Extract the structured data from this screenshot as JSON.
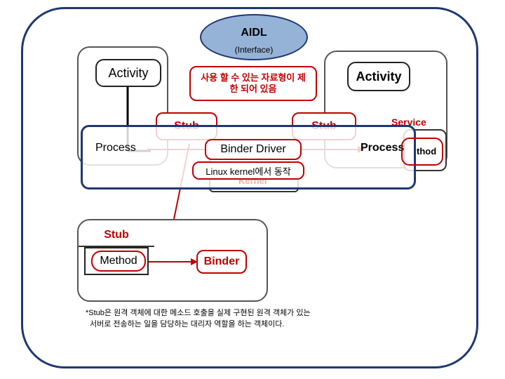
{
  "aidl": {
    "title": "AIDL",
    "subtitle": "(Interface)"
  },
  "activity_left": "Activity",
  "activity_right": "Activity",
  "note_restriction": "사용 할 수 있는 자료형이 제한 되어 있음",
  "stub_left": "Stub",
  "stub_right": "Stub",
  "service": "Service",
  "process_left": "Process",
  "process_right": "Process",
  "binder_driver": "Binder Driver",
  "method_clip": "thod",
  "linux_kernel_label": "Linux kernel에서 동작",
  "kernel_ghost": "Kernel",
  "legend": {
    "stub": "Stub",
    "method": "Method",
    "binder": "Binder"
  },
  "footnote": {
    "line1": "*Stub은 원격 객체에 대한 메소드 호출을 실제 구현된 원격 객체가 있는",
    "line2": "서버로 전송하는 일을 담당하는 대리자 역할을 하는 객체이다."
  },
  "colors": {
    "frame": "#1f3870",
    "accent_red": "#c00000",
    "aidl_fill": "#95b3d7"
  }
}
